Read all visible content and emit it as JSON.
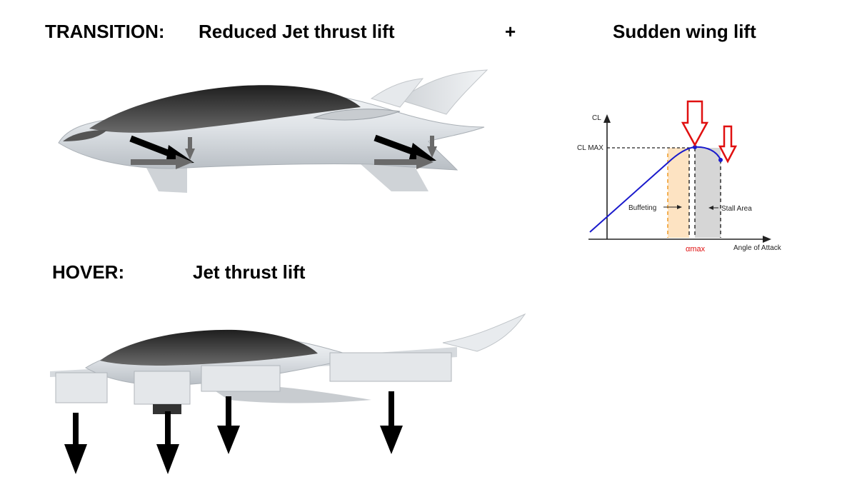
{
  "headings": {
    "transition": "TRANSITION:",
    "reduced_jet": "Reduced Jet thrust lift",
    "plus": "+",
    "sudden_wing": "Sudden wing lift",
    "hover": "HOVER:",
    "jet_thrust": "Jet thrust  lift"
  },
  "chart_data": {
    "type": "line",
    "title": "",
    "ylabel": "CL",
    "xlabel": "Angle of Attack",
    "y_max_label": "CL MAX",
    "x_max_label": "αmax",
    "regions": [
      {
        "label": "Buffeting",
        "color": "#fde3c2"
      },
      {
        "label": "Stall Area",
        "color": "#d6d6d6"
      }
    ],
    "curve_color": "#1a1acc",
    "highlight_color": "#e01010"
  },
  "colors": {
    "arrow_black": "#000000",
    "arrow_gray": "#6a6a6a",
    "canopy": "#3a3a3a",
    "body": "#d9dde1"
  }
}
